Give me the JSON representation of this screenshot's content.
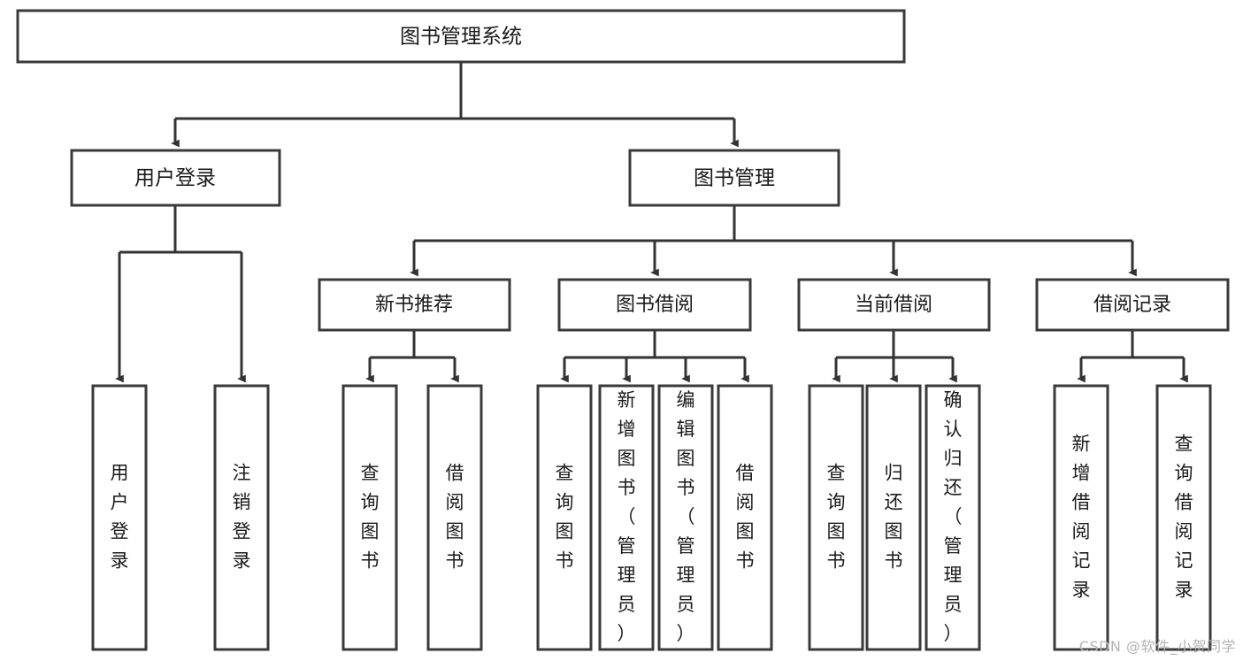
{
  "diagram": {
    "type": "tree-hierarchy",
    "title": "图书管理系统",
    "watermark": "CSDN @软件_小贺同学",
    "colors": {
      "box_fill": "#ffffff",
      "box_stroke": "#3a3a3a",
      "link": "#333333",
      "text": "#1a1a1a",
      "watermark": "#b4b4b4",
      "background": "#ffffff"
    },
    "nodes": {
      "root": {
        "label": "图书管理系统"
      },
      "level2": [
        {
          "id": "user-login",
          "label": "用户登录"
        },
        {
          "id": "book-manage",
          "label": "图书管理"
        }
      ],
      "level3": [
        {
          "id": "new-book-recommend",
          "label": "新书推荐"
        },
        {
          "id": "book-borrow",
          "label": "图书借阅"
        },
        {
          "id": "current-borrow",
          "label": "当前借阅"
        },
        {
          "id": "borrow-record",
          "label": "借阅记录"
        }
      ],
      "leaves": {
        "user-login": [
          {
            "id": "leaf-user-login",
            "label": "用户登录"
          },
          {
            "id": "leaf-logout-login",
            "label": "注销登录"
          }
        ],
        "new-book-recommend": [
          {
            "id": "leaf-query-book-1",
            "label": "查询图书"
          },
          {
            "id": "leaf-borrow-book-1",
            "label": "借阅图书"
          }
        ],
        "book-borrow": [
          {
            "id": "leaf-query-book-2",
            "label": "查询图书"
          },
          {
            "id": "leaf-add-book",
            "label": "新增图书（管理员）"
          },
          {
            "id": "leaf-edit-book",
            "label": "编辑图书（管理员）"
          },
          {
            "id": "leaf-borrow-book-2",
            "label": "借阅图书"
          }
        ],
        "current-borrow": [
          {
            "id": "leaf-query-book-3",
            "label": "查询图书"
          },
          {
            "id": "leaf-return-book",
            "label": "归还图书"
          },
          {
            "id": "leaf-confirm-return",
            "label": "确认归还（管理员）"
          }
        ],
        "borrow-record": [
          {
            "id": "leaf-add-record",
            "label": "新增借阅记录"
          },
          {
            "id": "leaf-query-record",
            "label": "查询借阅记录"
          }
        ]
      }
    }
  }
}
